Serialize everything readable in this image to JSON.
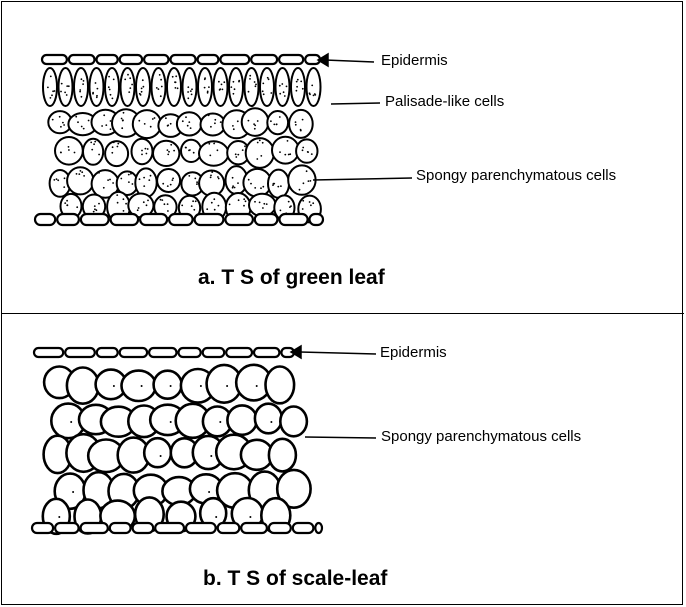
{
  "panels": [
    {
      "caption": "a. T S of green leaf",
      "labels": {
        "epidermis": "Epidermis",
        "palisade": "Palisade-like cells",
        "spongy": "Spongy parenchymatous cells"
      }
    },
    {
      "caption": "b. T S of scale-leaf",
      "labels": {
        "epidermis": "Epidermis",
        "spongy": "Spongy parenchymatous cells"
      }
    }
  ]
}
